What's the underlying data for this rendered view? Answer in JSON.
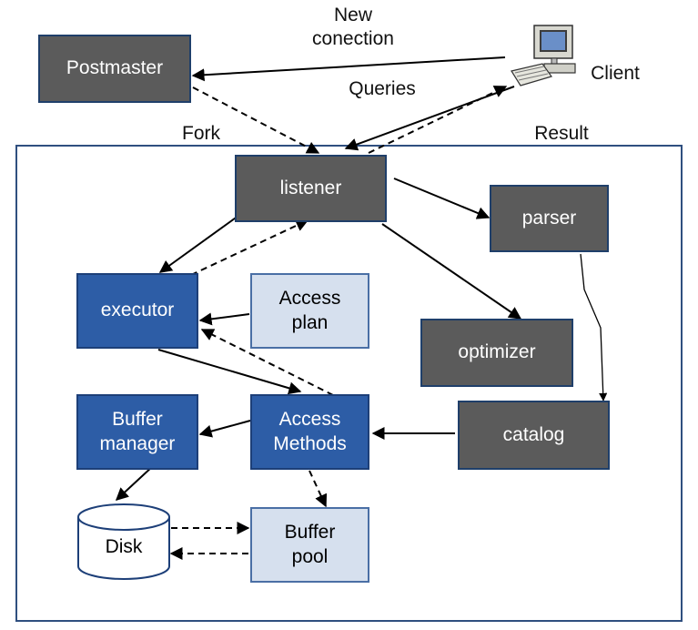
{
  "nodes": {
    "postmaster": "Postmaster",
    "listener": "listener",
    "parser": "parser",
    "executor": "executor",
    "access_plan": "Access\nplan",
    "optimizer": "optimizer",
    "buffer_manager": "Buffer\nmanager",
    "access_methods": "Access\nMethods",
    "catalog": "catalog",
    "disk": "Disk",
    "buffer_pool": "Buffer\npool",
    "client": "Client"
  },
  "edge_labels": {
    "new_connection": "New\nconection",
    "queries": "Queries",
    "fork": "Fork",
    "result": "Result"
  },
  "colors": {
    "dark_box": "#5b5b5b",
    "blue_box": "#2d5da6",
    "light_box": "#d6e0ee",
    "border": "#1f3f6a",
    "container_border": "#2f4f7f"
  }
}
